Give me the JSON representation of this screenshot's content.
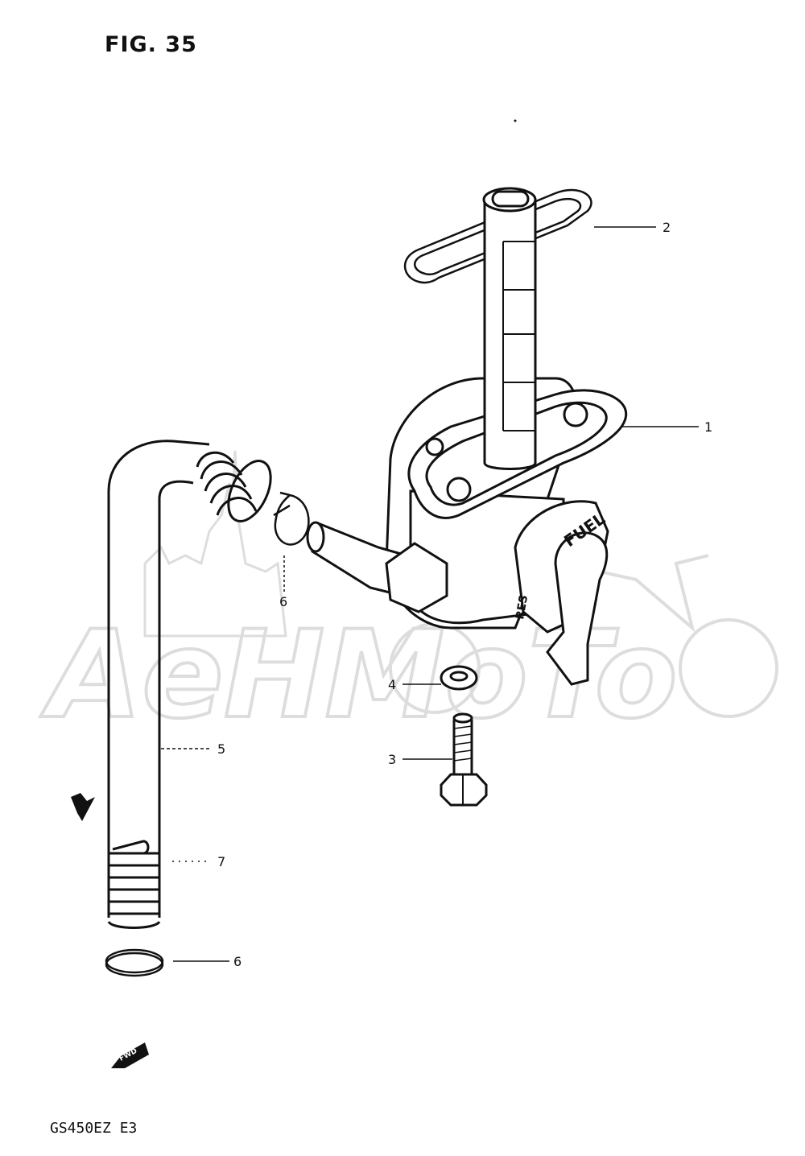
{
  "figure": {
    "title": "FIG. 35",
    "model_code": "GS450EZ E3"
  },
  "valve": {
    "fuel_label": "FUEL",
    "res_label": "RES"
  },
  "fwd_label": "FWD",
  "watermark": {
    "text": "AeHMoTo"
  },
  "callouts": [
    {
      "id": "1",
      "label": "1"
    },
    {
      "id": "2",
      "label": "2"
    },
    {
      "id": "3",
      "label": "3"
    },
    {
      "id": "4",
      "label": "4"
    },
    {
      "id": "5",
      "label": "5"
    },
    {
      "id": "6a",
      "label": "6"
    },
    {
      "id": "6b",
      "label": "6"
    },
    {
      "id": "7",
      "label": "7"
    }
  ]
}
